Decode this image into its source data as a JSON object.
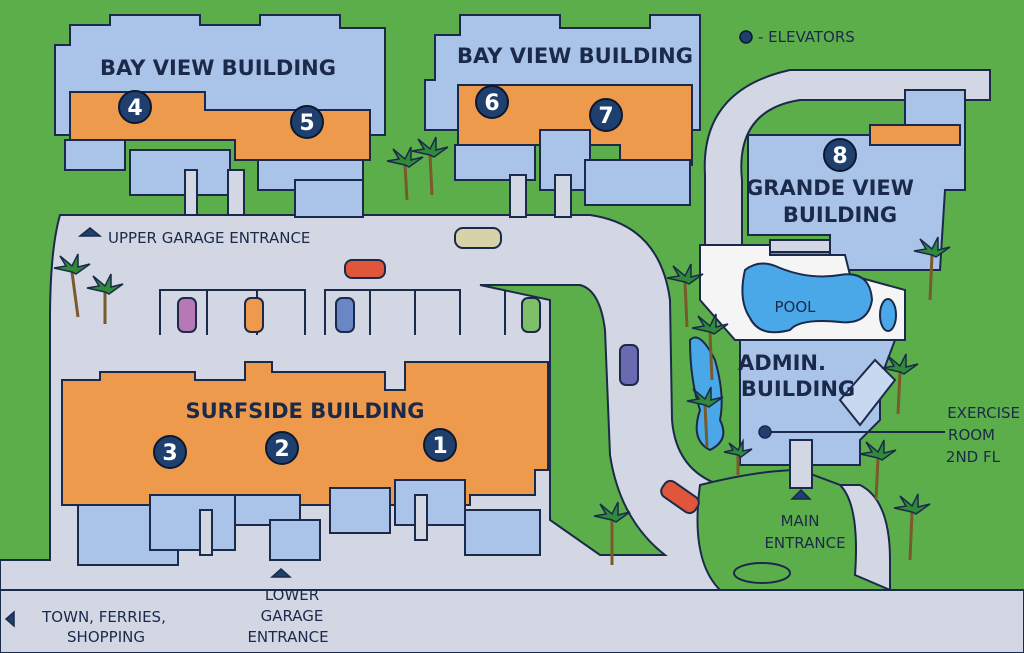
{
  "colors": {
    "grass": "#5cae4a",
    "road": "#d3d7e4",
    "building_blue": "#a9c4e8",
    "roof_orange": "#ee9a4d",
    "outline": "#1b2a4a",
    "pool": "#4aa8e8",
    "marker": "#1f3f6e"
  },
  "legend": {
    "icon": "elevator-dot-icon",
    "label": "- ELEVATORS"
  },
  "buildings": {
    "bay_view_west": "BAY VIEW BUILDING",
    "bay_view_east": "BAY VIEW BUILDING",
    "grande_view_line1": "GRANDE VIEW",
    "grande_view_line2": "BUILDING",
    "surfside": "SURFSIDE BUILDING",
    "admin_line1": "ADMIN.",
    "admin_line2": "BUILDING",
    "pool": "POOL"
  },
  "elevators": [
    "1",
    "2",
    "3",
    "4",
    "5",
    "6",
    "7",
    "8"
  ],
  "labels": {
    "upper_garage": "UPPER GARAGE ENTRANCE",
    "lower_garage_1": "LOWER",
    "lower_garage_2": "GARAGE",
    "lower_garage_3": "ENTRANCE",
    "main_entrance_1": "MAIN",
    "main_entrance_2": "ENTRANCE",
    "exercise_1": "EXERCISE",
    "exercise_2": "ROOM",
    "exercise_3": "2ND FL",
    "town_1": "TOWN, FERRIES,",
    "town_2": "SHOPPING"
  }
}
